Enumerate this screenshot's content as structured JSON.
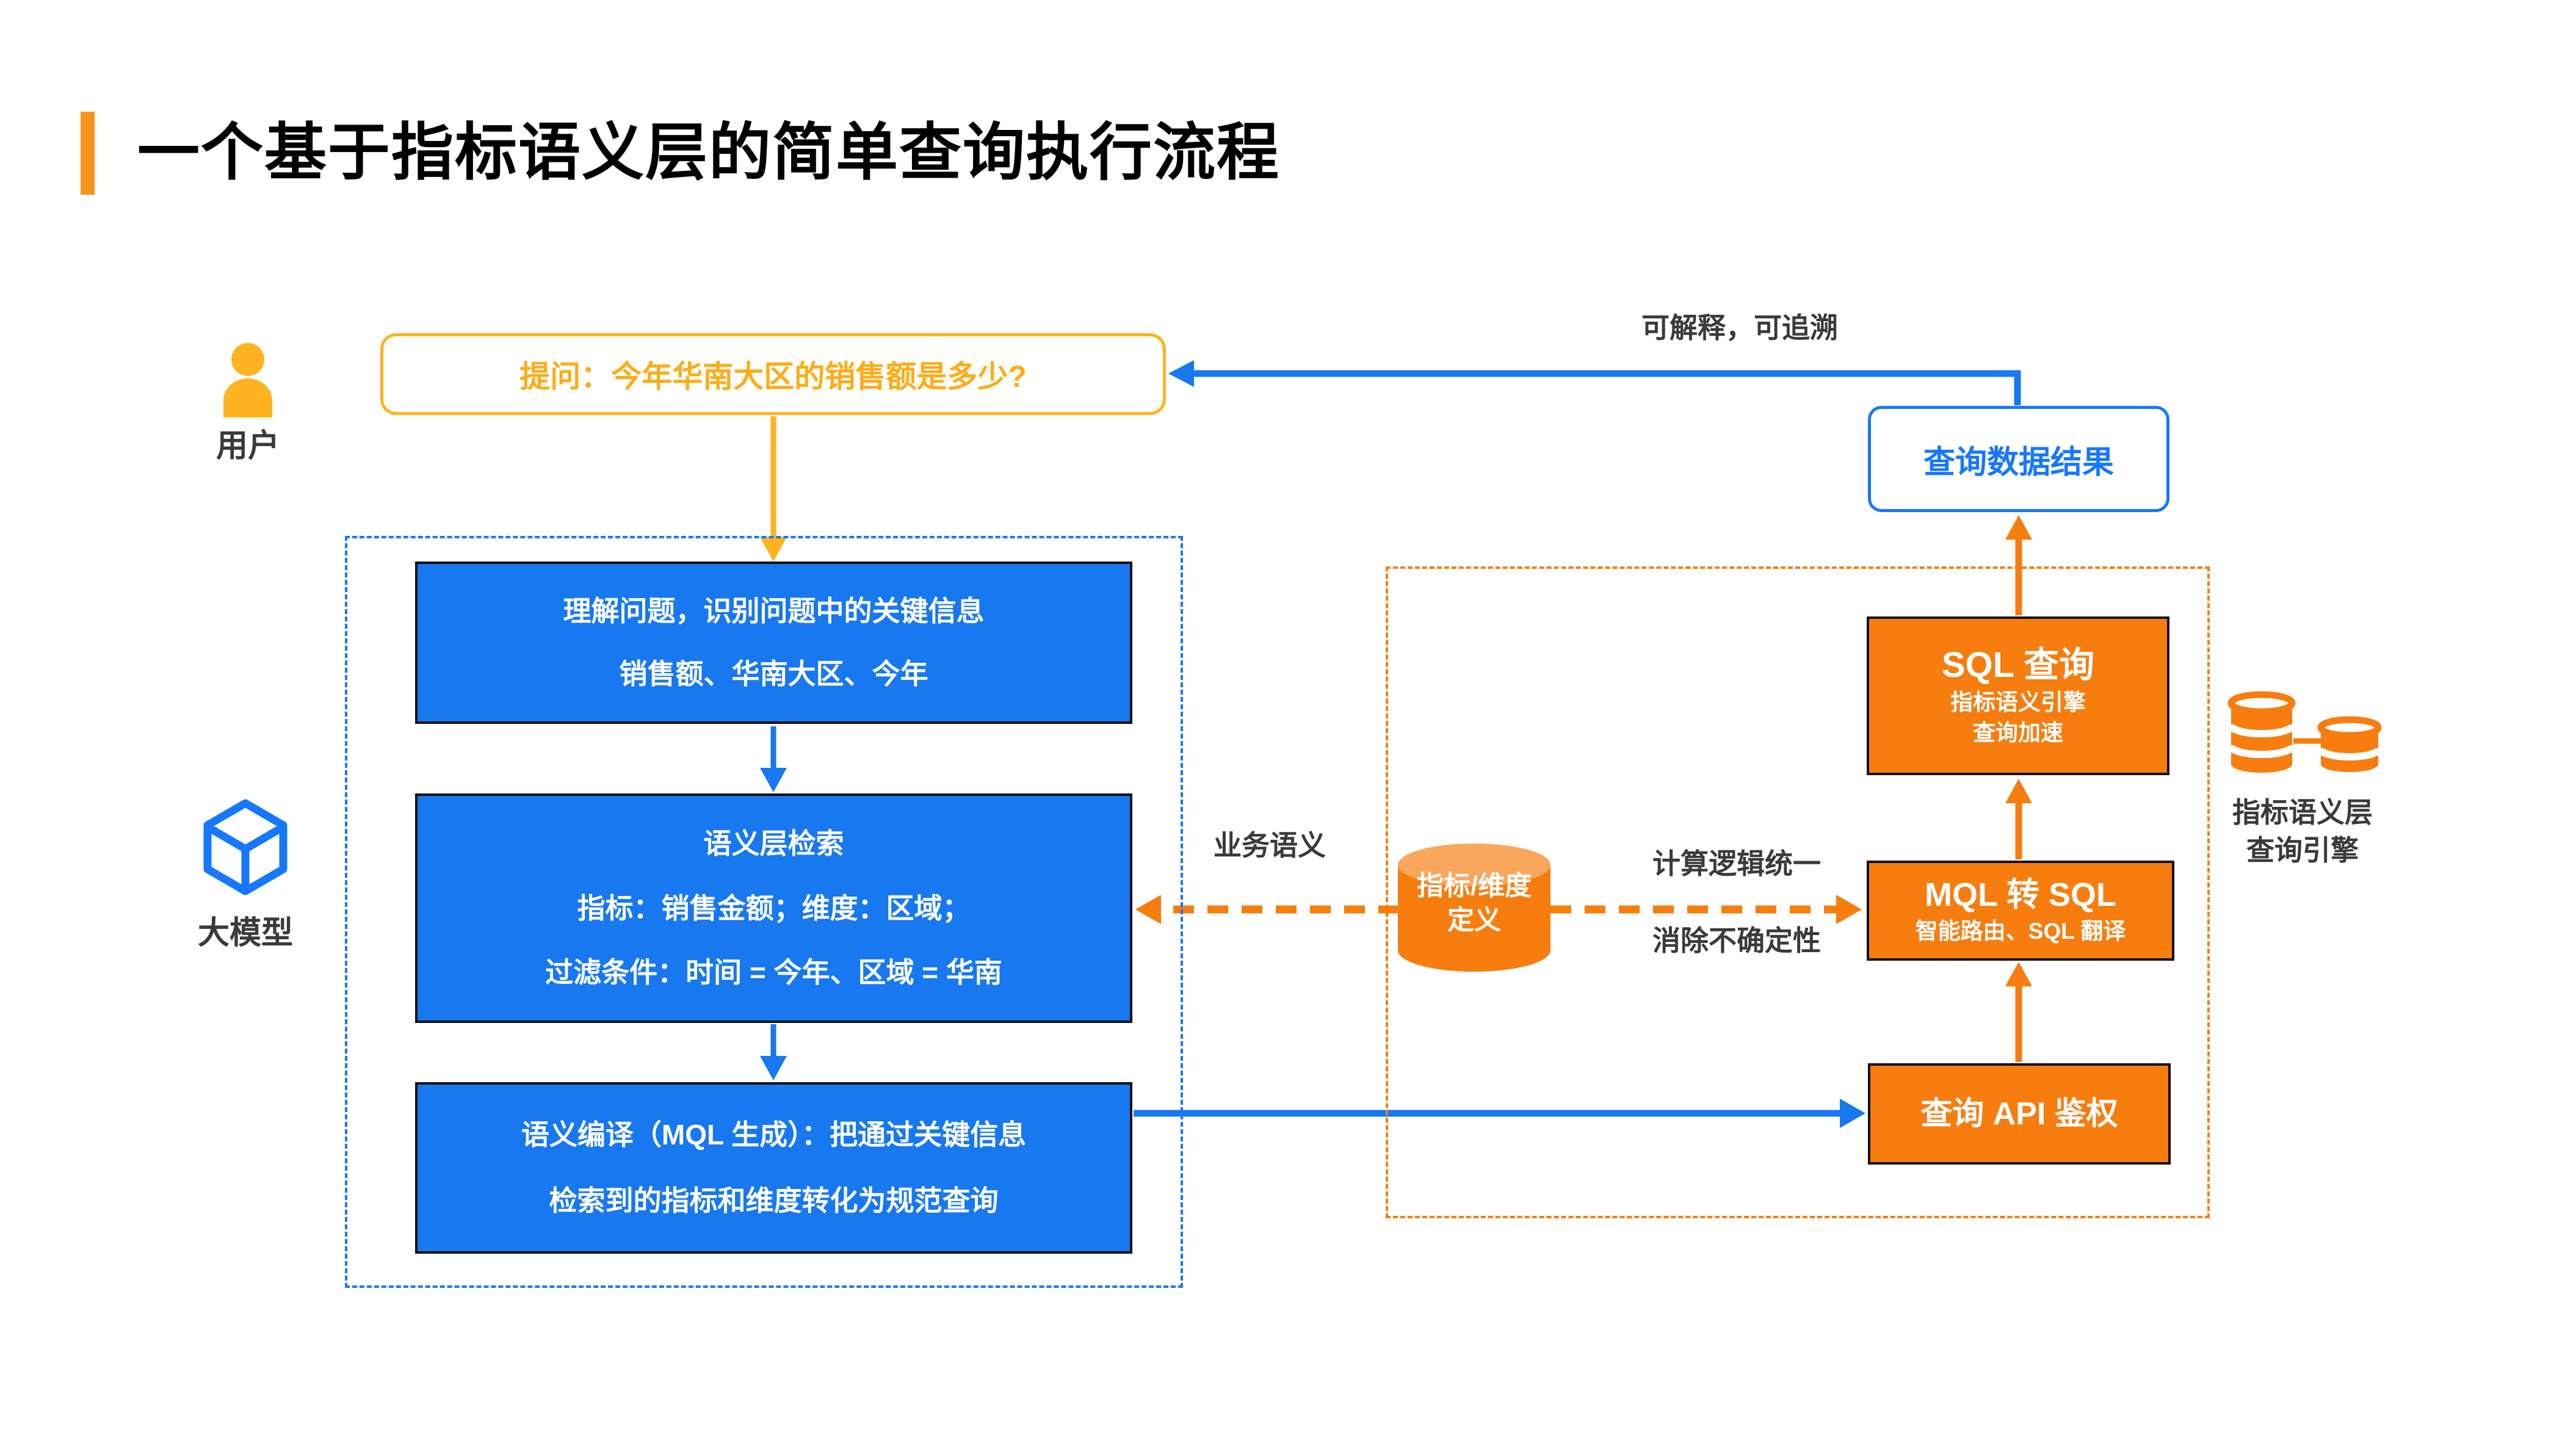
{
  "colors": {
    "blue": "#1677FF",
    "orange": "#F77D0E",
    "yellow": "#FFB321",
    "ink": "#3a3a3a",
    "box_border": "#101010",
    "title_accent": "#F7941E"
  },
  "title": {
    "text": "一个基于指标语义层的简单查询执行流程"
  },
  "user": {
    "label": "用户"
  },
  "llm": {
    "label": "大模型"
  },
  "question": {
    "text": "提问：今年华南大区的销售额是多少?"
  },
  "feedback": {
    "label": "可解释，可追溯"
  },
  "result_box": {
    "text": "查询数据结果"
  },
  "llm_steps": {
    "understand": {
      "line1": "理解问题，识别问题中的关键信息",
      "line2": "销售额、华南大区、今年"
    },
    "retrieve": {
      "line1": "语义层检索",
      "line2": "指标：销售金额；维度：区域；",
      "line3": "过滤条件：时间 = 今年、区域 = 华南"
    },
    "compile": {
      "line1": "语义编译（MQL 生成）：把通过关键信息",
      "line2": "检索到的指标和维度转化为规范查询"
    }
  },
  "semantic_layer": {
    "definition_store": {
      "line1": "指标/维度",
      "line2": "定义"
    },
    "sql_query": {
      "title": "SQL 查询",
      "line1": "指标语义引擎",
      "line2": "查询加速"
    },
    "mql_to_sql": {
      "title": "MQL 转 SQL",
      "line1": "智能路由、SQL 翻译"
    },
    "api_auth": {
      "title": "查询 API 鉴权"
    }
  },
  "labels": {
    "business_semantics": "业务语义",
    "unified_logic": "计算逻辑统一",
    "remove_uncertainty": "消除不确定性",
    "engine_line1": "指标语义层",
    "engine_line2": "查询引擎"
  }
}
